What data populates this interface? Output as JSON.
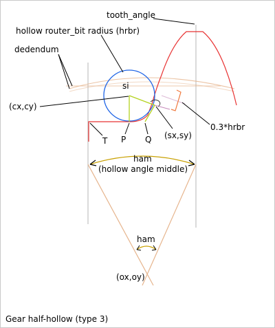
{
  "labels": {
    "tooth_angle": "tooth_angle",
    "hollow_radius": "hollow router_bit radius (hrbr)",
    "dedendum": "dedendum",
    "si": "si",
    "cxcy": "(cx,cy)",
    "sxsy": "(sx,sy)",
    "t": "T",
    "p": "P",
    "q": "Q",
    "hrbr_fraction": "0.3*hrbr",
    "ham": "ham",
    "ham_long": "(hollow angle middle)",
    "ham_small": "ham",
    "oxoy": "(ox,oy)"
  },
  "caption": "Gear half-hollow (type 3)",
  "colors": {
    "tooth": "#e83232",
    "circle": "#1e64e6",
    "construction": "#e6b48c",
    "grey_line": "#b4b4b4",
    "yellow_green": "#b4d21e",
    "ham_arc": "#c8a000",
    "orange_bracket": "#f0783c",
    "purple": "#a03c8c"
  }
}
